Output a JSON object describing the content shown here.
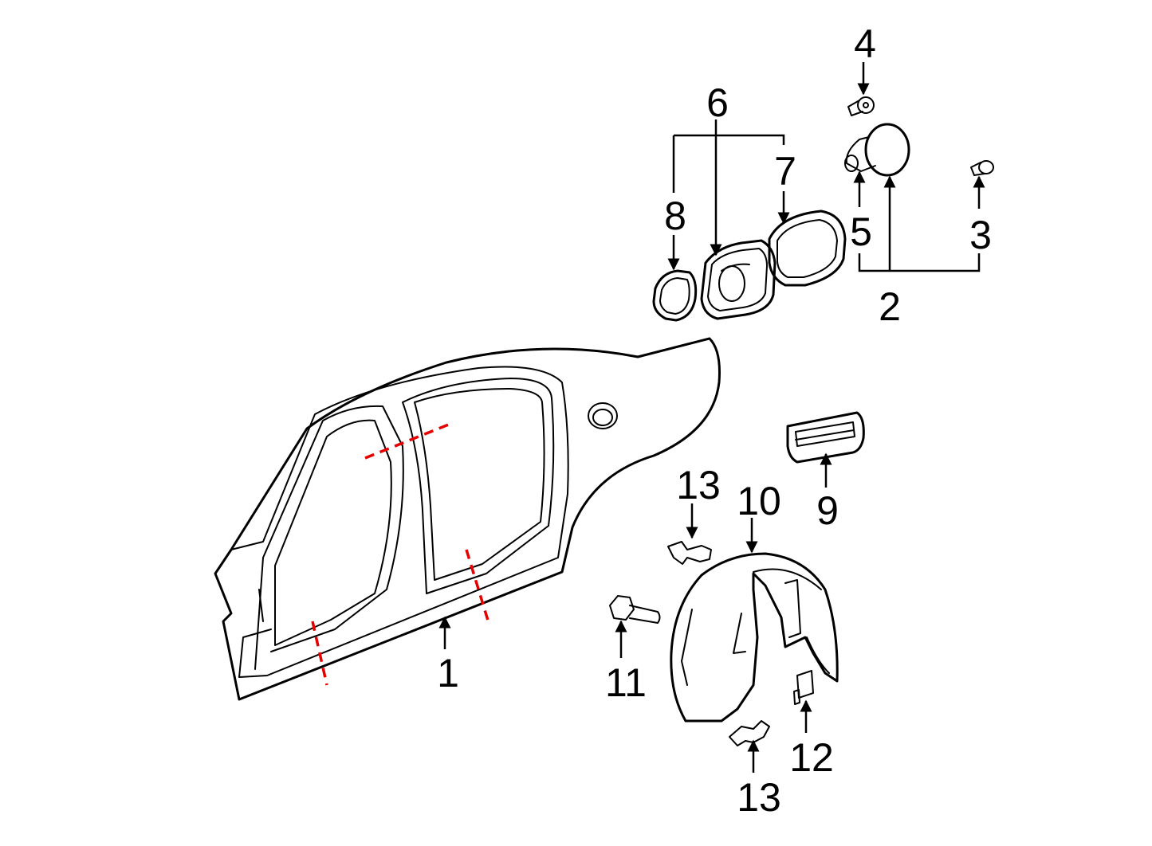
{
  "colors": {
    "line": "#000000",
    "cut_line": "#e60000",
    "background": "#ffffff"
  },
  "callouts": {
    "c1": "1",
    "c2": "2",
    "c3": "3",
    "c4": "4",
    "c5": "5",
    "c6": "6",
    "c7": "7",
    "c8": "8",
    "c9": "9",
    "c10": "10",
    "c11": "11",
    "c12": "12",
    "c13_top": "13",
    "c13_bottom": "13"
  }
}
